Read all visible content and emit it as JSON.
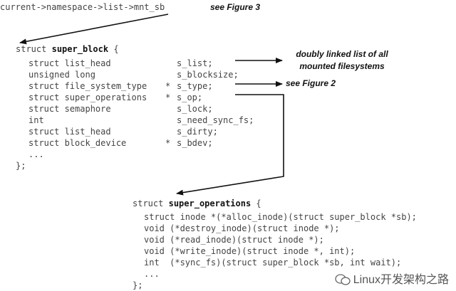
{
  "top_line": {
    "code": "current->namespace->list->mnt_sb",
    "note": "see Figure 3"
  },
  "super_block": {
    "open_kw": "struct",
    "name": "super_block",
    "open_brace": "{",
    "fields": [
      {
        "type": "struct list_head",
        "ptr": "",
        "member": "s_list;"
      },
      {
        "type": "unsigned long",
        "ptr": "",
        "member": "s_blocksize;"
      },
      {
        "type": "struct file_system_type",
        "ptr": "*",
        "member": "s_type;"
      },
      {
        "type": "struct super_operations",
        "ptr": "*",
        "member": "s_op;"
      },
      {
        "type": "struct semaphore",
        "ptr": "",
        "member": "s_lock;"
      },
      {
        "type": "int",
        "ptr": "",
        "member": "s_need_sync_fs;"
      },
      {
        "type": "struct list_head",
        "ptr": "",
        "member": "s_dirty;"
      },
      {
        "type": "struct block_device",
        "ptr": "*",
        "member": "s_bdev;"
      }
    ],
    "ellipsis": "...",
    "close": "};"
  },
  "annotations": {
    "s_list_line1": "doubly linked list of all",
    "s_list_line2": "mounted filesystems",
    "s_type": "see Figure 2"
  },
  "super_operations": {
    "open_kw": "struct",
    "name": "super_operations",
    "open_brace": "{",
    "lines": [
      "struct inode *(*alloc_inode)(struct super_block *sb);",
      "void (*destroy_inode)(struct inode *);",
      "void (*read_inode)(struct inode *);",
      "void (*write_inode)(struct inode *, int);",
      "int  (*sync_fs)(struct super_block *sb, int wait);"
    ],
    "ellipsis": "...",
    "close": "};"
  },
  "watermark": "Linux开发架构之路"
}
